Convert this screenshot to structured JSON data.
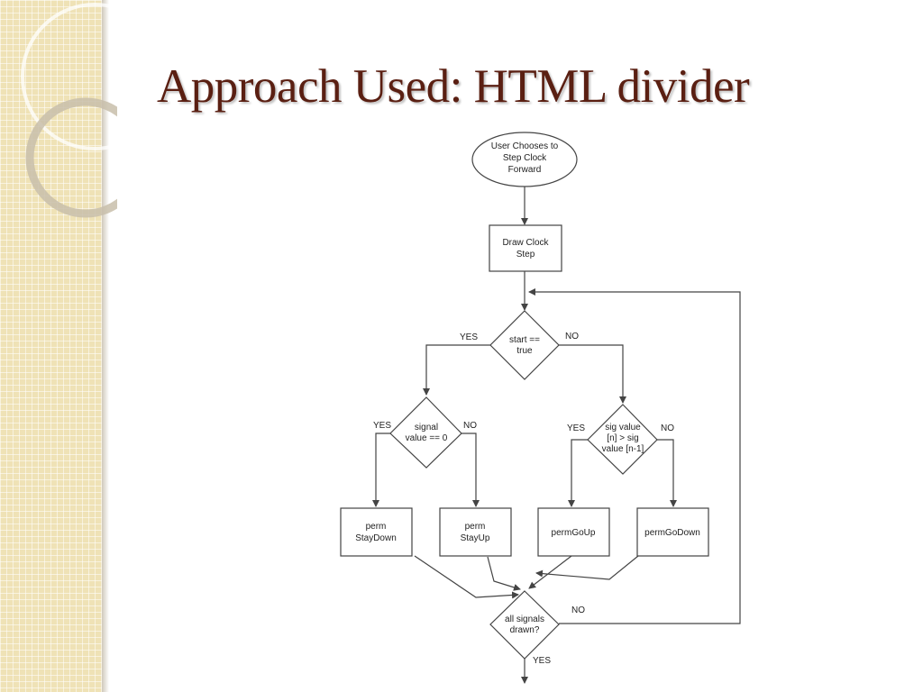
{
  "slide": {
    "title": "Approach Used: HTML divider"
  },
  "flowchart": {
    "nodes": {
      "start": {
        "shape": "ellipse",
        "lines": [
          "User Chooses to",
          "Step Clock",
          "Forward"
        ]
      },
      "draw_clock": {
        "shape": "rectangle",
        "lines": [
          "Draw Clock",
          "Step"
        ]
      },
      "start_check": {
        "shape": "diamond",
        "lines": [
          "start ==",
          "true"
        ]
      },
      "signal_zero": {
        "shape": "diamond",
        "lines": [
          "signal",
          "value == 0"
        ]
      },
      "sig_compare": {
        "shape": "diamond",
        "lines": [
          "sig value",
          "[n] > sig",
          "value [n-1]"
        ]
      },
      "perm_staydown": {
        "shape": "rectangle",
        "lines": [
          "perm",
          "StayDown"
        ]
      },
      "perm_stayup": {
        "shape": "rectangle",
        "lines": [
          "perm",
          "StayUp"
        ]
      },
      "perm_goup": {
        "shape": "rectangle",
        "lines": [
          "permGoUp"
        ]
      },
      "perm_godown": {
        "shape": "rectangle",
        "lines": [
          "permGoDown"
        ]
      },
      "all_drawn": {
        "shape": "diamond",
        "lines": [
          "all signals",
          "drawn?"
        ]
      }
    },
    "labels": {
      "start_yes": "YES",
      "start_no": "NO",
      "signal_yes": "YES",
      "signal_no": "NO",
      "sig_yes": "YES",
      "sig_no": "NO",
      "drawn_no": "NO",
      "drawn_yes": "YES"
    }
  }
}
